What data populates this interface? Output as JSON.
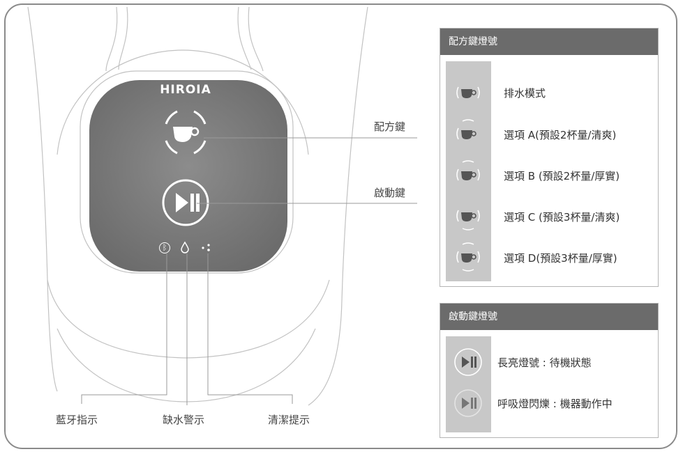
{
  "device": {
    "brand": "HIROIA",
    "callouts": {
      "recipe_key": "配方鍵",
      "start_key": "啟動鍵"
    },
    "indicators": [
      {
        "label": "藍牙指示",
        "icon": "bluetooth-icon"
      },
      {
        "label": "缺水警示",
        "icon": "water-drop-icon"
      },
      {
        "label": "清潔提示",
        "icon": "cleaning-dots-icon"
      }
    ]
  },
  "recipe_panel": {
    "title": "配方鍵燈號",
    "rows": [
      {
        "text": "排水模式",
        "icon": "cup-icon"
      },
      {
        "text": "選項 A(預設2杯量/清爽)",
        "icon": "cup-icon"
      },
      {
        "text": "選項 B (預設2杯量/厚實)",
        "icon": "cup-icon"
      },
      {
        "text": "選項 C (預設3杯量/清爽)",
        "icon": "cup-icon"
      },
      {
        "text": "選項 D(預設3杯量/厚實)",
        "icon": "cup-icon"
      }
    ]
  },
  "start_panel": {
    "title": "啟動鍵燈號",
    "rows": [
      {
        "text": "長亮燈號 : 待機狀態",
        "icon": "play-pause-icon"
      },
      {
        "text": "呼吸燈閃爍 : 機器動作中",
        "icon": "play-pause-icon"
      }
    ]
  },
  "colors": {
    "panel_header": "#6b6b6b",
    "icon_column": "#c8c8c8",
    "control_face": "#777777",
    "outline": "#bdbdbd"
  }
}
